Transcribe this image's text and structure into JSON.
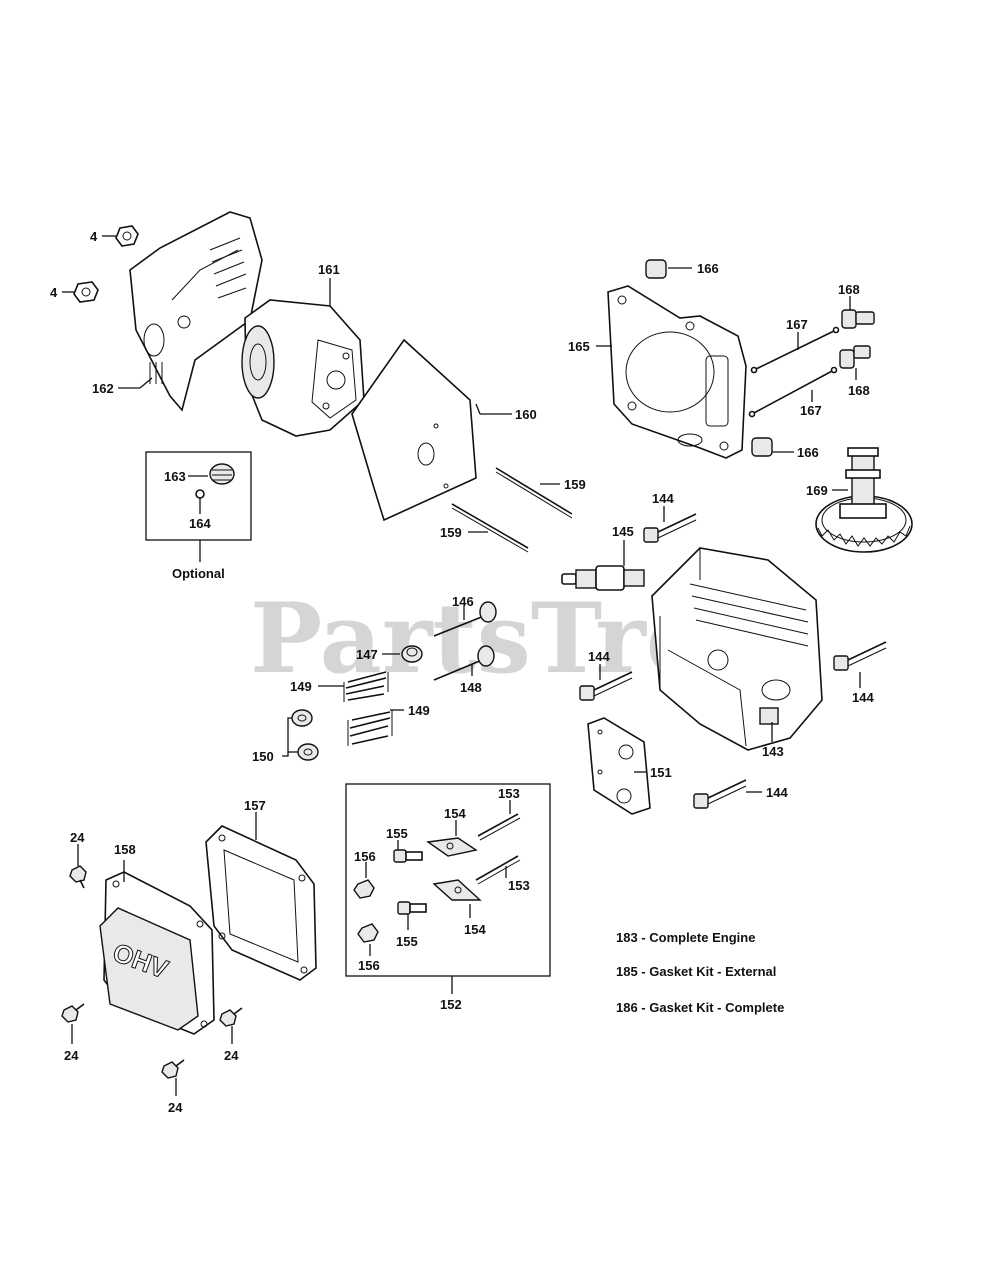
{
  "watermark": "PartsTree",
  "callouts": {
    "c4a": "4",
    "c4b": "4",
    "c161": "161",
    "c162": "162",
    "c160": "160",
    "c163": "163",
    "c164": "164",
    "optional": "Optional",
    "c166a": "166",
    "c166b": "166",
    "c165": "165",
    "c167a": "167",
    "c167b": "167",
    "c168a": "168",
    "c168b": "168",
    "c169": "169",
    "c159a": "159",
    "c159b": "159",
    "c144a": "144",
    "c144b": "144",
    "c144c": "144",
    "c144d": "144",
    "c145": "145",
    "c146": "146",
    "c147": "147",
    "c148": "148",
    "c149a": "149",
    "c149b": "149",
    "c150": "150",
    "c143": "143",
    "c151": "151",
    "c24a": "24",
    "c24b": "24",
    "c24c": "24",
    "c24d": "24",
    "c158": "158",
    "c157": "157",
    "c155a": "155",
    "c155b": "155",
    "c156a": "156",
    "c156b": "156",
    "c154a": "154",
    "c154b": "154",
    "c153a": "153",
    "c153b": "153",
    "c152": "152"
  },
  "notes": [
    "183 - Complete Engine",
    "185 - Gasket Kit - External",
    "186 - Gasket Kit - Complete"
  ],
  "icons": [
    "muffler-shield-icon",
    "muffler-icon",
    "heat-shield-icon",
    "cylinder-head-icon",
    "valve-cover-icon",
    "camshaft-gear-icon",
    "spark-plug-icon"
  ]
}
